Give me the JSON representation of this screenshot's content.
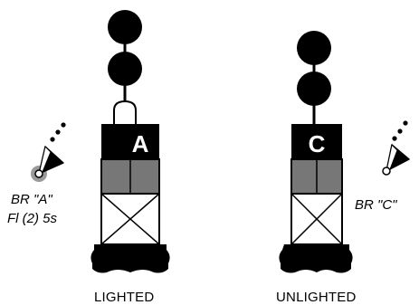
{
  "colors": {
    "ink": "#000000",
    "shade": "#777777",
    "halo": "#9a9a9a",
    "paper": "#ffffff"
  },
  "buoys": [
    {
      "letter": "A",
      "caption": "LIGHTED",
      "type": "lighted"
    },
    {
      "letter": "C",
      "caption": "UNLIGHTED",
      "type": "unlighted"
    }
  ],
  "chart_symbols": [
    {
      "label_line1": "BR \"A\"",
      "label_line2": "Fl (2) 5s",
      "lighted": true
    },
    {
      "label_line1": "BR \"C\"",
      "lighted": false
    }
  ]
}
